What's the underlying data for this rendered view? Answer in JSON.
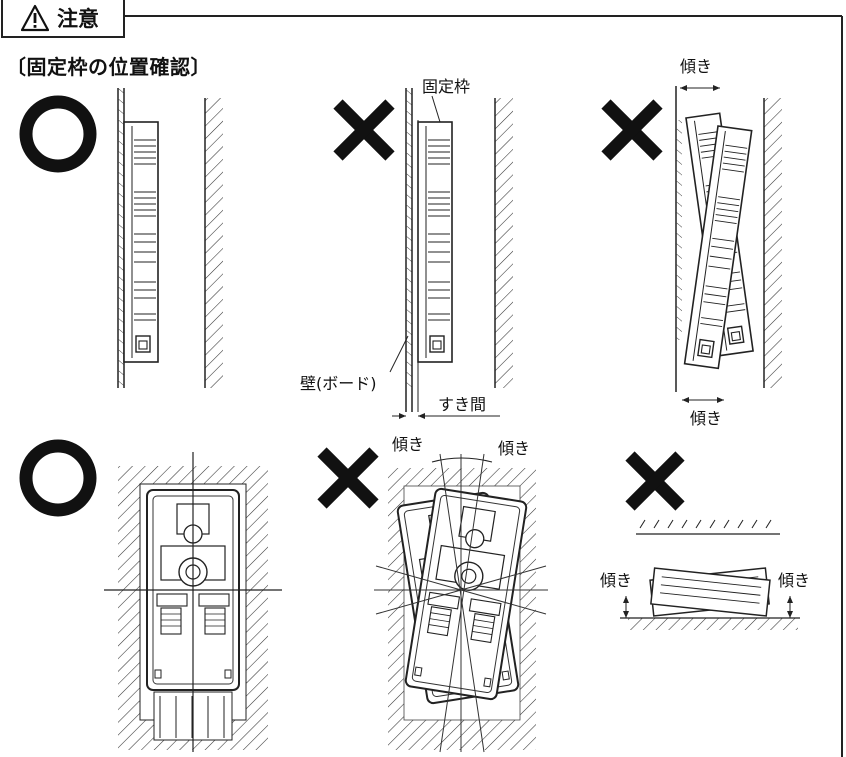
{
  "header": {
    "caution_label": "注意",
    "caution_icon": "warning-triangle-icon"
  },
  "section": {
    "title": "〔固定枠の位置確認〕"
  },
  "labels": {
    "fixed_frame": "固定枠",
    "wall_board": "壁(ボード)",
    "gap": "すき間",
    "tilt": "傾き"
  },
  "marks": {
    "ok_symbol": "○",
    "ng_symbol": "×"
  },
  "figures": [
    {
      "row": 1,
      "col": 1,
      "verdict": "ok"
    },
    {
      "row": 1,
      "col": 2,
      "verdict": "ng"
    },
    {
      "row": 1,
      "col": 3,
      "verdict": "ng"
    },
    {
      "row": 2,
      "col": 1,
      "verdict": "ok"
    },
    {
      "row": 2,
      "col": 2,
      "verdict": "ng"
    },
    {
      "row": 2,
      "col": 3,
      "verdict": "ng"
    }
  ]
}
